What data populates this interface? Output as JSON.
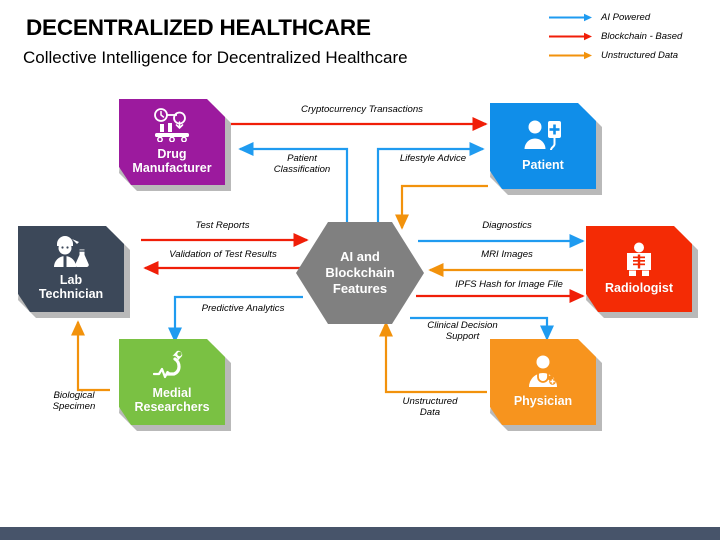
{
  "header": {
    "title": "DECENTRALIZED HEALTHCARE",
    "subtitle": "Collective Intelligence for Decentralized Healthcare"
  },
  "legend": {
    "items": [
      {
        "label": "AI Powered",
        "color": "#1f9bf0",
        "icon": "arrow-right-icon"
      },
      {
        "label": "Blockchain - Based",
        "color": "#f01e08",
        "icon": "arrow-right-icon"
      },
      {
        "label": "Unstructured Data",
        "color": "#f2920c",
        "icon": "arrow-right-icon"
      }
    ]
  },
  "colors": {
    "ai_powered": "#1f9bf0",
    "blockchain": "#f01e08",
    "unstructured": "#f2920c",
    "hub": "#808080",
    "shadow": "#7f7f7f",
    "footer": "#47546a"
  },
  "nodes": [
    {
      "id": "drug-manufacturer",
      "label": "Drug\nManufacturer",
      "color": "#9c1a9e",
      "icon": "factory-icon"
    },
    {
      "id": "patient",
      "label": "Patient",
      "color": "#108ee9",
      "icon": "patient-iv-icon"
    },
    {
      "id": "lab-technician",
      "label": "Lab\nTechnician",
      "color": "#3c4859",
      "icon": "lab-technician-icon"
    },
    {
      "id": "radiologist",
      "label": "Radiologist",
      "color": "#f42b05",
      "icon": "xray-body-icon"
    },
    {
      "id": "medial-researchers",
      "label": "Medial\nResearchers",
      "color": "#7ac143",
      "icon": "microscope-icon"
    },
    {
      "id": "physician",
      "label": "Physician",
      "color": "#f7941e",
      "icon": "doctor-stethoscope-icon"
    }
  ],
  "hub": {
    "id": "ai-blockchain-features",
    "label": "AI and\nBlockchain\nFeatures",
    "color": "#808080"
  },
  "edges": [
    {
      "id": "cryptocurrency-transactions",
      "label": "Cryptocurrency Transactions",
      "type": "blockchain",
      "from": "drug-manufacturer",
      "to": "patient"
    },
    {
      "id": "patient-classification",
      "label": "Patient\nClassification",
      "type": "ai_powered",
      "from": "ai-blockchain-features",
      "to": "drug-manufacturer"
    },
    {
      "id": "lifestyle-advice",
      "label": "Lifestyle Advice",
      "type": "ai_powered",
      "from": "ai-blockchain-features",
      "to": "patient"
    },
    {
      "id": "patient-unstructured-data",
      "label": "",
      "type": "unstructured",
      "from": "patient",
      "to": "ai-blockchain-features"
    },
    {
      "id": "test-reports",
      "label": "Test Reports",
      "type": "blockchain",
      "from": "lab-technician",
      "to": "ai-blockchain-features"
    },
    {
      "id": "validation-of-test-results",
      "label": "Validation of Test Results",
      "type": "blockchain",
      "from": "ai-blockchain-features",
      "to": "lab-technician"
    },
    {
      "id": "predictive-analytics",
      "label": "Predictive Analytics",
      "type": "ai_powered",
      "from": "ai-blockchain-features",
      "to": "medial-researchers"
    },
    {
      "id": "biological-specimen",
      "label": "Biological\nSpecimen",
      "type": "unstructured",
      "from": "medial-researchers",
      "to": "lab-technician"
    },
    {
      "id": "diagnostics",
      "label": "Diagnostics",
      "type": "ai_powered",
      "from": "ai-blockchain-features",
      "to": "radiologist"
    },
    {
      "id": "mri-images",
      "label": "MRI Images",
      "type": "unstructured",
      "from": "radiologist",
      "to": "ai-blockchain-features"
    },
    {
      "id": "ipfs-hash-for-image-file",
      "label": "IPFS Hash for Image File",
      "type": "blockchain",
      "from": "ai-blockchain-features",
      "to": "radiologist"
    },
    {
      "id": "clinical-decision-support",
      "label": "Clinical Decision\nSupport",
      "type": "ai_powered",
      "from": "ai-blockchain-features",
      "to": "physician"
    },
    {
      "id": "unstructured-data",
      "label": "Unstructured\nData",
      "type": "unstructured",
      "from": "physician",
      "to": "ai-blockchain-features"
    }
  ]
}
